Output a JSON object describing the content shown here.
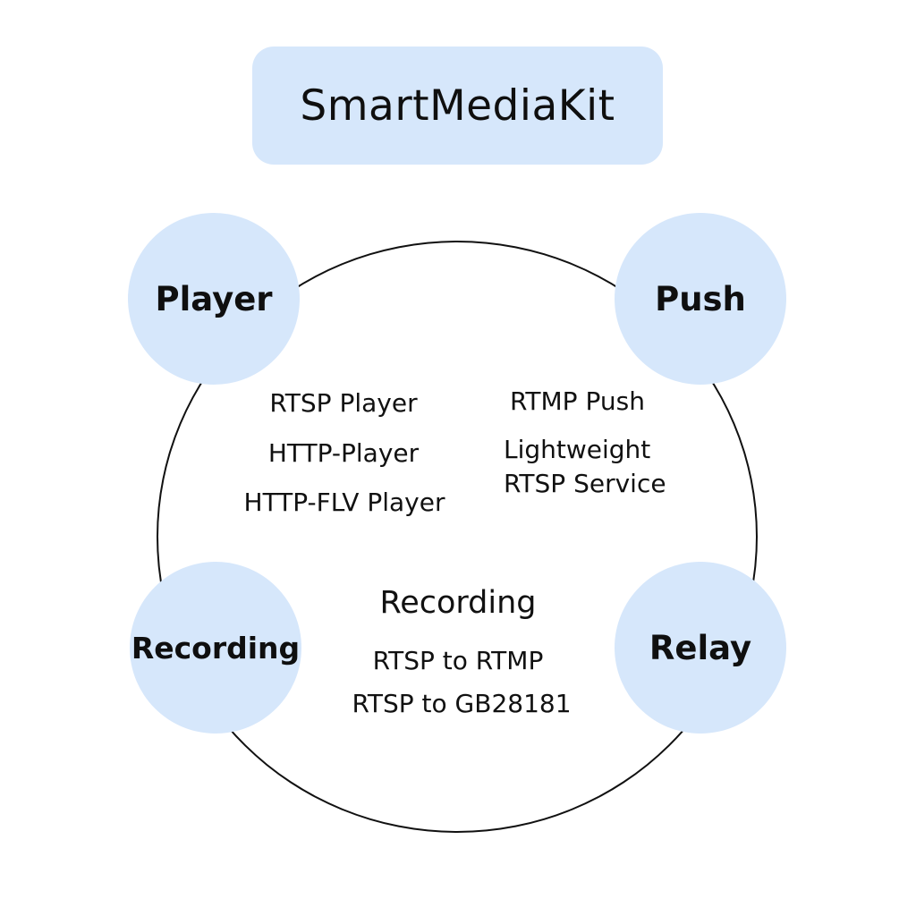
{
  "title": "SmartMediaKit",
  "nodes": {
    "player": "Player",
    "push": "Push",
    "recording": "Recording",
    "relay": "Relay"
  },
  "player_features": [
    "RTSP Player",
    "HTTP-Player",
    "HTTP-FLV Player"
  ],
  "push_features": [
    "RTMP Push",
    "Lightweight",
    "RTSP Service"
  ],
  "center": {
    "heading": "Recording",
    "items": [
      "RTSP to RTMP",
      "RTSP to GB28181"
    ]
  },
  "colors": {
    "node_fill": "#d6e7fb",
    "ring_stroke": "#111111"
  }
}
